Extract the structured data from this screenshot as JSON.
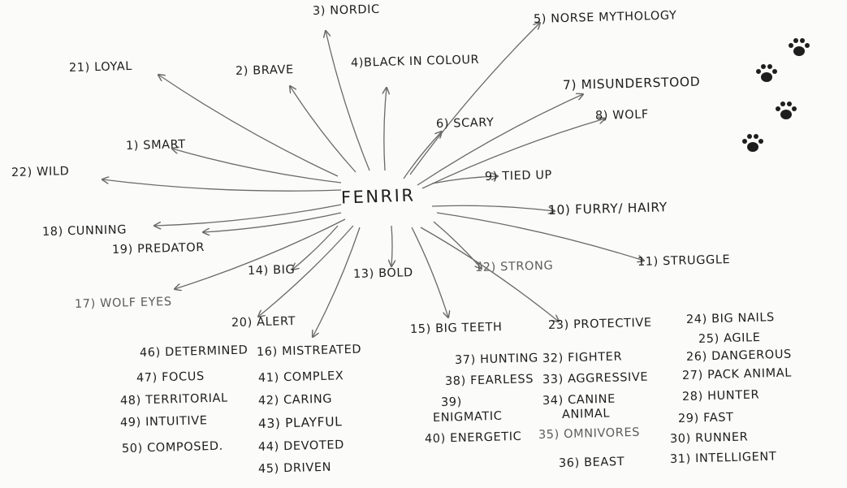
{
  "center": "FENRIR",
  "labels": {
    "l1": "1) SMART",
    "l2": "2) BRAVE",
    "l3": "3) NORDIC",
    "l4": "4)BLACK IN COLOUR",
    "l5": "5) NORSE MYTHOLOGY",
    "l6": "6) SCARY",
    "l7": "7) MISUNDERSTOOD",
    "l8": "8) WOLF",
    "l9": "9) TIED UP",
    "l10": "10) FURRY/ HAIRY",
    "l11": "11) STRUGGLE",
    "l12": "12) STRONG",
    "l13": "13) BOLD",
    "l14": "14) BIG",
    "l15": "15) BIG TEETH",
    "l16": "16) MISTREATED",
    "l17": "17) WOLF EYES",
    "l18": "18) CUNNING",
    "l19": "19) PREDATOR",
    "l20": "20) ALERT",
    "l21": "21) LOYAL",
    "l22": "22) WILD",
    "l23": "23) PROTECTIVE",
    "l24": "24) BIG NAILS",
    "l25": "25) AGILE",
    "l26": "26) DANGEROUS",
    "l27": "27) PACK ANIMAL",
    "l28": "28) HUNTER",
    "l29": "29) FAST",
    "l30": "30) RUNNER",
    "l31": "31) INTELLIGENT",
    "l32": "32) FIGHTER",
    "l33": "33) AGGRESSIVE",
    "l34": "34) CANINE",
    "l34b": "ANIMAL",
    "l35": "35) OMNIVORES",
    "l36": "36) BEAST",
    "l37": "37) HUNTING",
    "l38": "38) FEARLESS",
    "l39": "39)",
    "l39b": "ENIGMATIC",
    "l40": "40) ENERGETIC",
    "l41": "41) COMPLEX",
    "l42": "42) CARING",
    "l43": "43) PLAYFUL",
    "l44": "44) DEVOTED",
    "l45": "45) DRIVEN",
    "l46": "46) DETERMINED",
    "l47": "47) FOCUS",
    "l48": "48) TERRITORIAL",
    "l49": "49) INTUITIVE",
    "l50": "50) COMPOSED."
  },
  "colors": {
    "ink": "#1e1e1e",
    "faint": "#5d5d5d",
    "arrow": "#6a6a6a"
  },
  "icons": [
    "paw-print-icon"
  ]
}
